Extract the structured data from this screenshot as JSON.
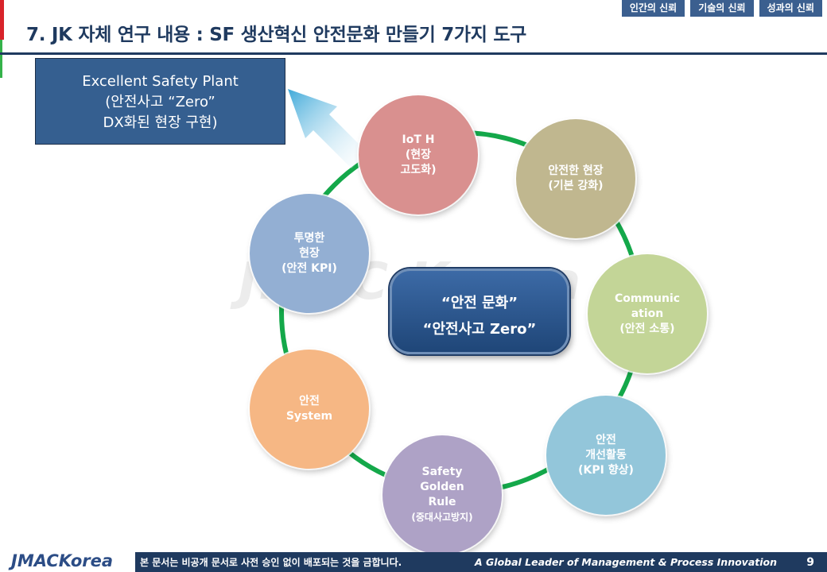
{
  "header": {
    "tabs": [
      "인간의 신뢰",
      "기술의 신뢰",
      "성과의 신뢰"
    ],
    "title": "7. JK 자체 연구 내용 : SF 생산혁신 안전문화 만들기 7가지 도구"
  },
  "callout": {
    "line1": "Excellent Safety Plant",
    "line2": "(안전사고 “Zero”",
    "line3": "DX화된 현장 구현)"
  },
  "center": {
    "line1": "“안전 문화”",
    "line2": "“안전사고 Zero”"
  },
  "watermark": "JMAC Korea",
  "nodes": [
    {
      "lines": [
        "IoT H",
        "(현장",
        "고도화)"
      ],
      "color": "#d9908f"
    },
    {
      "lines": [
        "안전한 현장",
        "(기본 강화)"
      ],
      "color": "#c0b78f"
    },
    {
      "lines": [
        "Communic",
        "ation",
        "(안전 소통)"
      ],
      "color": "#c3d597"
    },
    {
      "lines": [
        "안전",
        "개선활동",
        "(KPI 향상)"
      ],
      "color": "#93c6da"
    },
    {
      "lines": [
        "Safety",
        "Golden",
        "Rule",
        "(중대사고방지)"
      ],
      "color": "#aea2c6"
    },
    {
      "lines": [
        "안전",
        "System"
      ],
      "color": "#f6b784"
    },
    {
      "lines": [
        "투명한",
        "현장",
        "(안전 KPI)"
      ],
      "color": "#93afd3"
    }
  ],
  "colors": {
    "ring": "#14a84a",
    "navy": "#1f3a5f",
    "arrow": "#5fb7dc"
  },
  "footer": {
    "logo": "JMACKorea",
    "notice": "본 문서는 비공개 문서로 사전 승인 없이 배포되는 것을 금합니다.",
    "tagline": "A Global Leader of Management & Process  Innovation",
    "page": "9"
  }
}
